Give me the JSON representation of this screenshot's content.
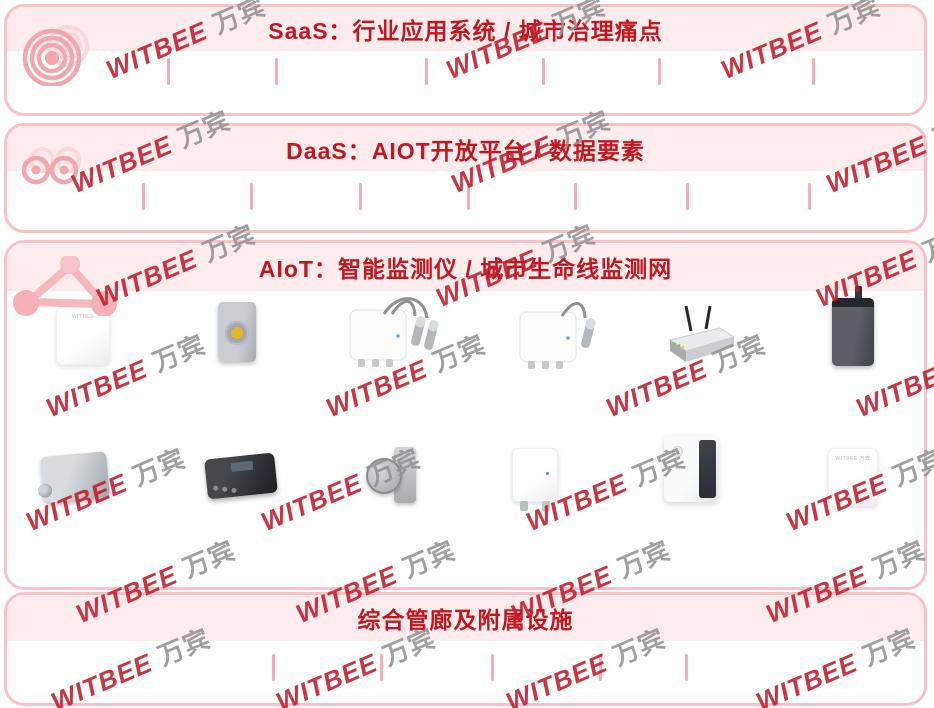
{
  "colors": {
    "band_border": "#f8c2c8",
    "band_header_bg": "#fdecee",
    "title_red": "#c5161d",
    "separator_pink": "#f6aeb6",
    "watermark_red": "#c41a28",
    "watermark_grey": "#939396",
    "icon_pink": "#f2a6ae",
    "icon_pink_light": "#fad7db"
  },
  "watermark": {
    "primary": "WITBEE",
    "secondary": "万宾"
  },
  "bands": {
    "saas": {
      "title": "SaaS：行业应用系统 / 城市治理痛点",
      "separator_count": 6,
      "icon": "sonar-circles-icon"
    },
    "daas": {
      "title": "DaaS：AIOT开放平台 / 数据要素",
      "separator_count": 7,
      "icon": "double-swirl-icon"
    },
    "aiot": {
      "title": "AIoT：智能监测仪 / 城市生命线监测网",
      "icon": "network-triangle-icon",
      "devices": [
        {
          "id": "white-square-monitor",
          "logo": "WITBEE"
        },
        {
          "id": "tilt-sensor-yellow-window",
          "logo": ""
        },
        {
          "id": "dual-probe-gas-monitor",
          "logo": ""
        },
        {
          "id": "single-probe-level-monitor",
          "logo": ""
        },
        {
          "id": "wireless-gateway-router",
          "logo": ""
        },
        {
          "id": "dark-upright-monitor",
          "logo": ""
        },
        {
          "id": "metal-junction-sensor",
          "logo": ""
        },
        {
          "id": "black-flat-controller",
          "logo": ""
        },
        {
          "id": "disc-knob-sensor",
          "logo": ""
        },
        {
          "id": "white-connector-box",
          "logo": ""
        },
        {
          "id": "upright-vented-monitor",
          "logo": ""
        },
        {
          "id": "white-square-panel",
          "logo": "WITBEE 万宾"
        }
      ]
    },
    "corridor": {
      "title": "综合管廊及附属设施",
      "separator_count": 5
    }
  }
}
